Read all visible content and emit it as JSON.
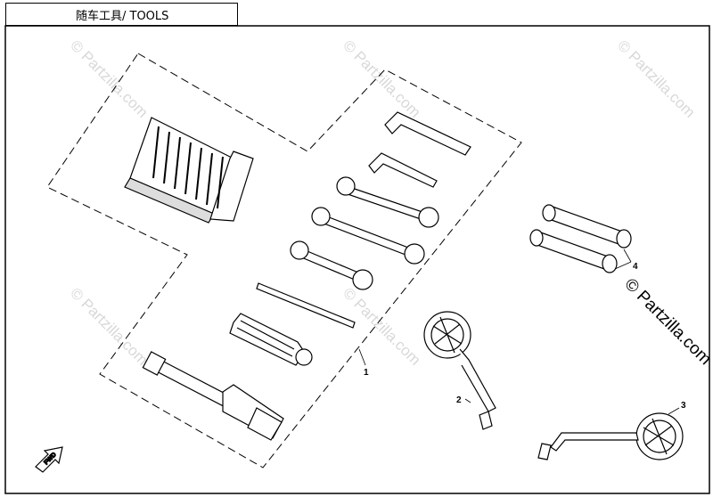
{
  "title": "随车工具/ TOOLS",
  "callouts": {
    "tool_kit": "1",
    "mirror_left": "2",
    "mirror_right": "3",
    "grips": "4"
  },
  "watermark": "© Partzilla.com",
  "fwd_label": "FWD"
}
